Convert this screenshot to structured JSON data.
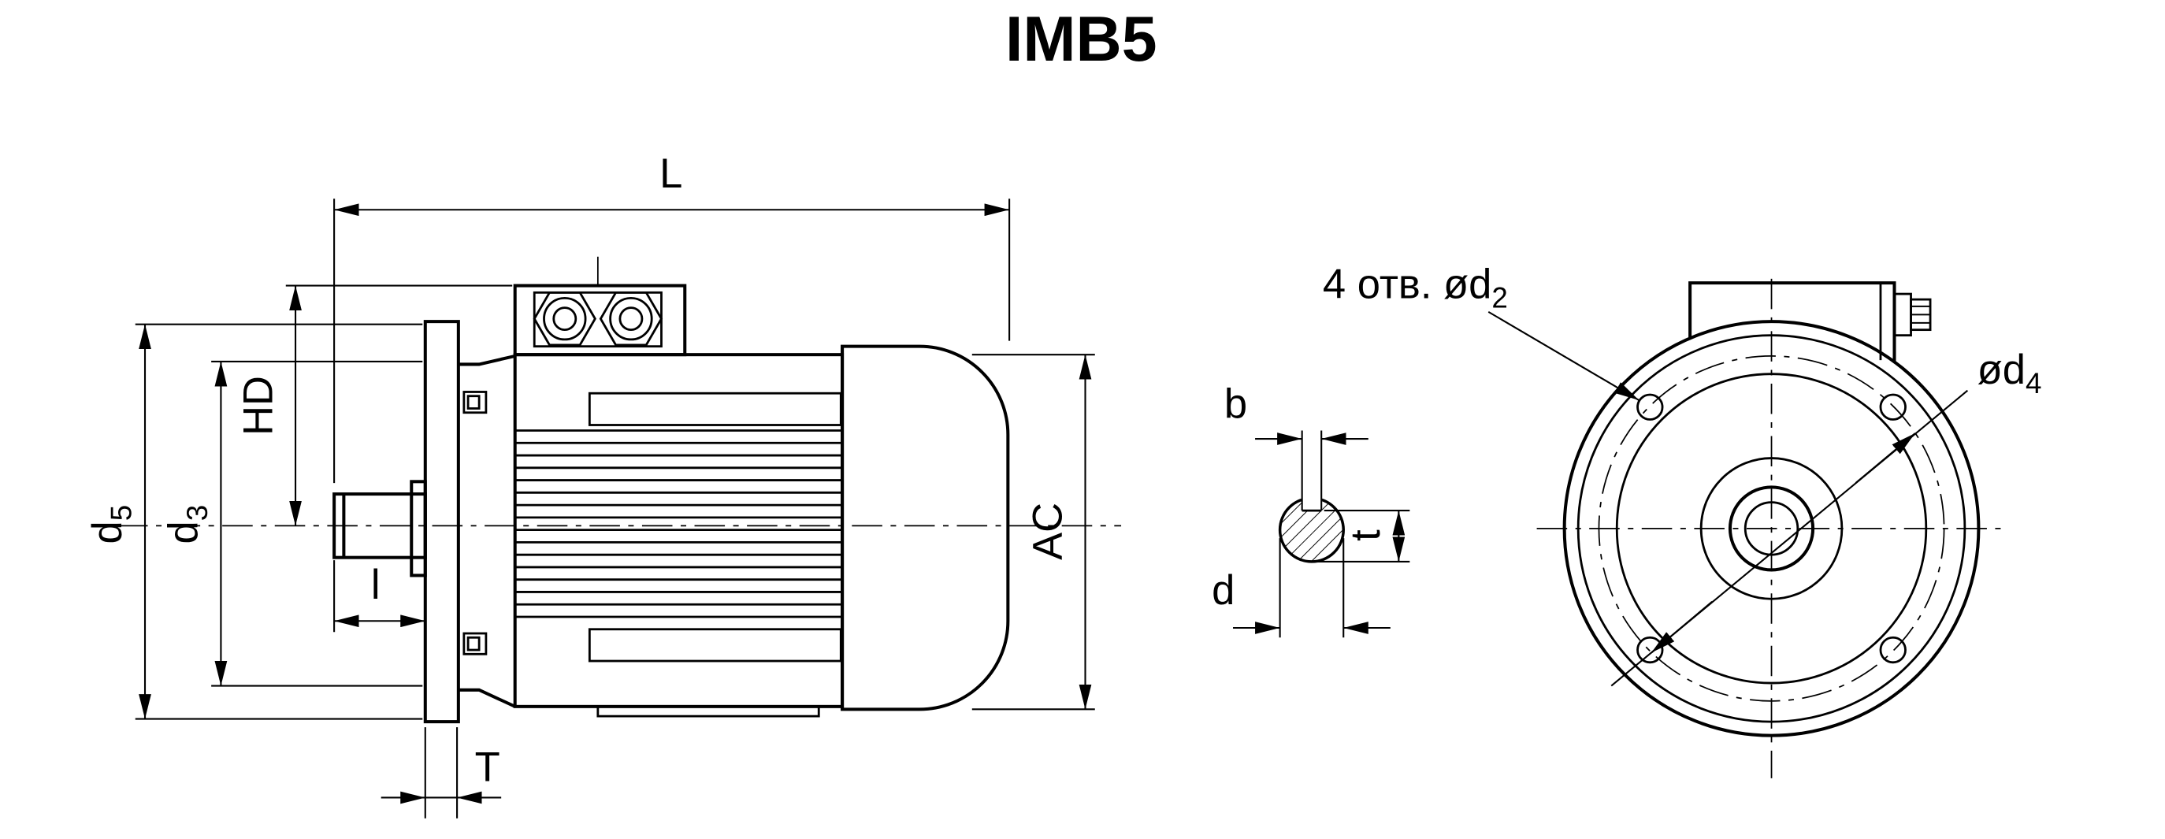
{
  "title": "IMB5",
  "colors": {
    "line": "#000000",
    "background": "#ffffff"
  },
  "side_view": {
    "L": "L",
    "HD": "HD",
    "d5_base": "d",
    "d5_sub": "5",
    "d3_base": "d",
    "d3_sub": "3",
    "l": "l",
    "T": "T",
    "AC": "AC"
  },
  "key_section": {
    "b": "b",
    "t": "t",
    "d": "d"
  },
  "front_view": {
    "holes_base": "4 отв. ød",
    "holes_sub": "2",
    "d4_base": "ød",
    "d4_sub": "4"
  }
}
